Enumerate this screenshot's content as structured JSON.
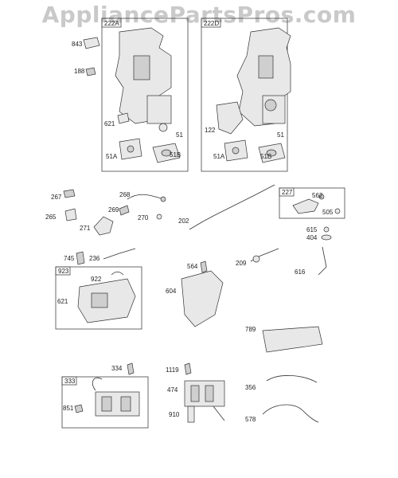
{
  "watermark": "AppliancePartsPros.com",
  "groups": {
    "g222A": "222A",
    "g222D": "222D",
    "g227": "227",
    "g923": "923",
    "g333": "333"
  },
  "labels": {
    "p843": "843",
    "p188": "188",
    "p621a": "621",
    "p51a": "51",
    "p51A_a": "51A",
    "p51B_a": "51B",
    "p122": "122",
    "p51b": "51",
    "p51A_b": "51A",
    "p51B_b": "51B",
    "p267": "267",
    "p265": "265",
    "p268": "268",
    "p269": "269",
    "p270": "270",
    "p271": "271",
    "p202": "202",
    "p562": "562",
    "p505": "505",
    "p615": "615",
    "p404": "404",
    "p745": "745",
    "p236": "236",
    "p922": "922",
    "p621b": "621",
    "p564": "564",
    "p604": "604",
    "p209": "209",
    "p616": "616",
    "p789": "789",
    "p334": "334",
    "p851": "851",
    "p1119": "1119",
    "p474": "474",
    "p910": "910",
    "p356": "356",
    "p578": "578"
  }
}
